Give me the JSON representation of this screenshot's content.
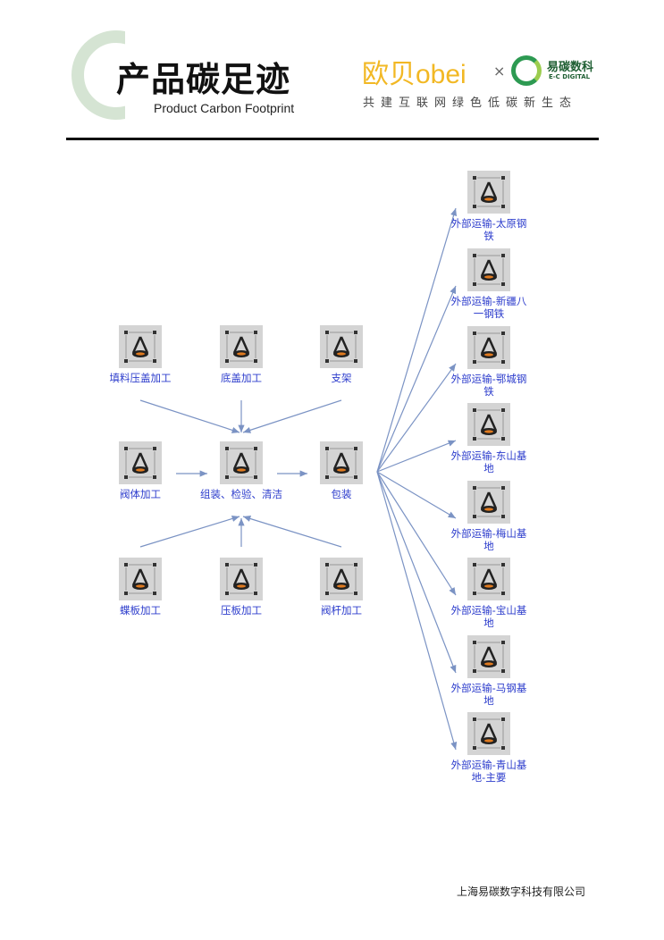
{
  "header": {
    "title": "产品碳足迹",
    "subtitle": "Product Carbon Footprint",
    "brand1": "欧贝obei",
    "times": "×",
    "brand2": "易碳数科",
    "brand2_sub": "E-C DIGITAL",
    "slogan": "共建互联网绿色低碳新生态"
  },
  "nodes": {
    "left": [
      {
        "label": "填料压盖加工"
      },
      {
        "label": "底盖加工"
      },
      {
        "label": "支架"
      },
      {
        "label": "阀体加工"
      },
      {
        "label": "组装、检验、清洁"
      },
      {
        "label": "包装"
      },
      {
        "label": "蝶板加工"
      },
      {
        "label": "压板加工"
      },
      {
        "label": "阀杆加工"
      }
    ],
    "right": [
      {
        "label": "外部运输-太原钢铁"
      },
      {
        "label": "外部运输-新疆八一钢铁"
      },
      {
        "label": "外部运输-鄂城钢铁"
      },
      {
        "label": "外部运输-东山基地"
      },
      {
        "label": "外部运输-梅山基地"
      },
      {
        "label": "外部运输-宝山基地"
      },
      {
        "label": "外部运输-马钢基地"
      },
      {
        "label": "外部运输-青山基地-主要"
      }
    ]
  },
  "footer": {
    "company": "上海易碳数字科技有限公司"
  },
  "colors": {
    "link": "#2c3ccc",
    "edge": "#7b93c4",
    "icon_bg": "#d4d4d4"
  }
}
